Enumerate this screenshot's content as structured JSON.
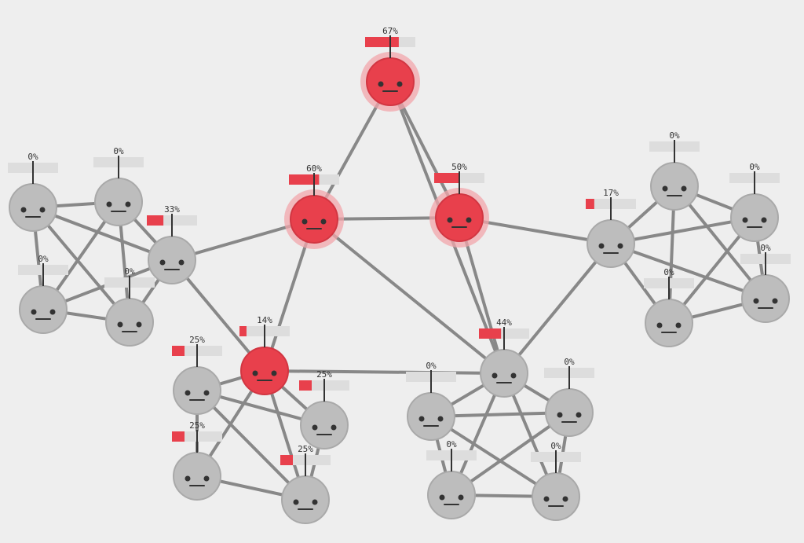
{
  "colors": {
    "background": "#eeeeee",
    "infected": "#e8404c",
    "infected_halo": "#f2a6ab",
    "healthy": "#bdbdbd",
    "healthy_rim": "#a9a9a9",
    "edge": "#888888",
    "bar_track": "#dddddd",
    "bar_fill": "#e8404c",
    "text": "#333333"
  },
  "nodes": [
    {
      "id": "top",
      "label": "67%",
      "fraction": 0.67,
      "infected": true,
      "halo": true
    },
    {
      "id": "ml",
      "label": "60%",
      "fraction": 0.6,
      "infected": true,
      "halo": true
    },
    {
      "id": "mr",
      "label": "50%",
      "fraction": 0.5,
      "infected": true,
      "halo": true
    },
    {
      "id": "L1",
      "label": "0%",
      "fraction": 0.0,
      "infected": false
    },
    {
      "id": "L2",
      "label": "0%",
      "fraction": 0.0,
      "infected": false
    },
    {
      "id": "L3",
      "label": "0%",
      "fraction": 0.0,
      "infected": false
    },
    {
      "id": "L4",
      "label": "0%",
      "fraction": 0.0,
      "infected": false
    },
    {
      "id": "L5",
      "label": "33%",
      "fraction": 0.33,
      "infected": false
    },
    {
      "id": "R1",
      "label": "0%",
      "fraction": 0.0,
      "infected": false
    },
    {
      "id": "R2",
      "label": "0%",
      "fraction": 0.0,
      "infected": false
    },
    {
      "id": "R3",
      "label": "0%",
      "fraction": 0.0,
      "infected": false
    },
    {
      "id": "R4",
      "label": "0%",
      "fraction": 0.0,
      "infected": false
    },
    {
      "id": "R5",
      "label": "17%",
      "fraction": 0.17,
      "infected": false
    },
    {
      "id": "BL1",
      "label": "14%",
      "fraction": 0.14,
      "infected": true,
      "halo": false
    },
    {
      "id": "BL2",
      "label": "25%",
      "fraction": 0.25,
      "infected": false
    },
    {
      "id": "BL3",
      "label": "25%",
      "fraction": 0.25,
      "infected": false
    },
    {
      "id": "BL4",
      "label": "25%",
      "fraction": 0.25,
      "infected": false
    },
    {
      "id": "BL5",
      "label": "25%",
      "fraction": 0.25,
      "infected": false
    },
    {
      "id": "BR1",
      "label": "44%",
      "fraction": 0.44,
      "infected": false
    },
    {
      "id": "BR2",
      "label": "0%",
      "fraction": 0.0,
      "infected": false
    },
    {
      "id": "BR3",
      "label": "0%",
      "fraction": 0.0,
      "infected": false
    },
    {
      "id": "BR4",
      "label": "0%",
      "fraction": 0.0,
      "infected": false
    },
    {
      "id": "BR5",
      "label": "0%",
      "fraction": 0.0,
      "infected": false
    }
  ],
  "edges": [
    [
      "top",
      "ml"
    ],
    [
      "top",
      "mr"
    ],
    [
      "top",
      "BR1"
    ],
    [
      "ml",
      "mr"
    ],
    [
      "ml",
      "L5"
    ],
    [
      "ml",
      "BL1"
    ],
    [
      "ml",
      "BR1"
    ],
    [
      "mr",
      "R5"
    ],
    [
      "mr",
      "BR1"
    ],
    [
      "BL1",
      "BR1"
    ],
    [
      "L5",
      "BL1"
    ],
    [
      "BR1",
      "R5"
    ],
    [
      "L1",
      "L2"
    ],
    [
      "L1",
      "L3"
    ],
    [
      "L1",
      "L4"
    ],
    [
      "L1",
      "L5"
    ],
    [
      "L2",
      "L3"
    ],
    [
      "L2",
      "L4"
    ],
    [
      "L2",
      "L5"
    ],
    [
      "L3",
      "L4"
    ],
    [
      "L3",
      "L5"
    ],
    [
      "L4",
      "L5"
    ],
    [
      "R1",
      "R2"
    ],
    [
      "R1",
      "R3"
    ],
    [
      "R1",
      "R4"
    ],
    [
      "R1",
      "R5"
    ],
    [
      "R2",
      "R3"
    ],
    [
      "R2",
      "R4"
    ],
    [
      "R2",
      "R5"
    ],
    [
      "R3",
      "R4"
    ],
    [
      "R3",
      "R5"
    ],
    [
      "R4",
      "R5"
    ],
    [
      "BL1",
      "BL2"
    ],
    [
      "BL1",
      "BL3"
    ],
    [
      "BL1",
      "BL4"
    ],
    [
      "BL1",
      "BL5"
    ],
    [
      "BL2",
      "BL3"
    ],
    [
      "BL2",
      "BL4"
    ],
    [
      "BL2",
      "BL5"
    ],
    [
      "BL3",
      "BL4"
    ],
    [
      "BL4",
      "BL5"
    ],
    [
      "BR1",
      "BR2"
    ],
    [
      "BR1",
      "BR3"
    ],
    [
      "BR1",
      "BR4"
    ],
    [
      "BR1",
      "BR5"
    ],
    [
      "BR2",
      "BR3"
    ],
    [
      "BR2",
      "BR4"
    ],
    [
      "BR2",
      "BR5"
    ],
    [
      "BR3",
      "BR4"
    ],
    [
      "BR3",
      "BR5"
    ],
    [
      "BR4",
      "BR5"
    ]
  ]
}
